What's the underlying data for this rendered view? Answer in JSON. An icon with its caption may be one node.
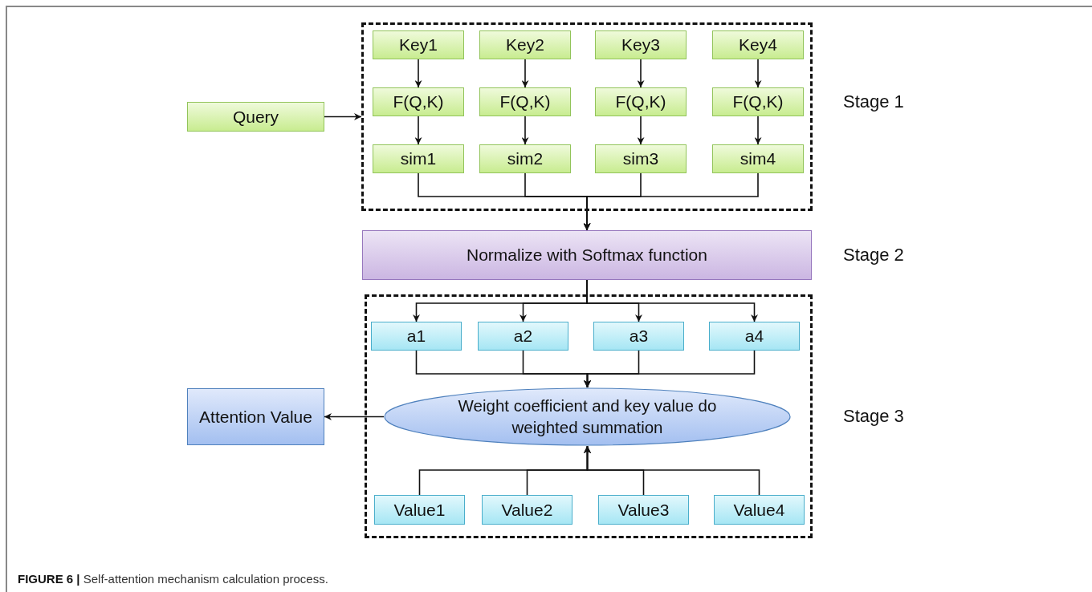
{
  "diagram": {
    "caption": "**FIGURE 6 |** Self-attention mechanism calculation process.",
    "nodes": [
      {
        "text": [
          "Query"
        ]
      },
      {
        "text": [],
        "shape": "box",
        "beside": [
          "Stage 1"
        ]
      },
      {
        "text": [
          "Key1"
        ],
        "in": 1
      },
      {
        "text": [
          "Key2"
        ],
        "in": 1
      },
      {
        "text": [
          "Key3"
        ],
        "in": 1
      },
      {
        "text": [
          "Key4"
        ],
        "in": 1
      },
      {
        "text": [
          "F(Q,K)"
        ],
        "in": 1
      },
      {
        "text": [
          "F(Q,K)"
        ],
        "in": 1
      },
      {
        "text": [
          "F(Q,K)"
        ],
        "in": 1
      },
      {
        "text": [
          "F(Q,K)"
        ],
        "in": 1
      },
      {
        "text": [
          "sim1"
        ],
        "in": 1
      },
      {
        "text": [
          "sim2"
        ],
        "in": 1
      },
      {
        "text": [
          "sim3"
        ],
        "in": 1
      },
      {
        "text": [
          "sim4"
        ],
        "in": 1
      },
      {
        "text": [
          "Normalize with Softmax function"
        ],
        "beside": [
          "Stage 2"
        ]
      },
      {
        "text": [],
        "shape": "box",
        "beside": [
          "Stage 3"
        ]
      },
      {
        "text": [
          "a1"
        ],
        "in": 15
      },
      {
        "text": [
          "a2"
        ],
        "in": 15
      },
      {
        "text": [
          "a3"
        ],
        "in": 15
      },
      {
        "text": [
          "a4"
        ],
        "in": 15
      },
      {
        "text": [
          "Weight coefficient and key value do weighted summation"
        ],
        "in": 15
      },
      {
        "text": [
          "Value1"
        ],
        "in": 15
      },
      {
        "text": [
          "Value2"
        ],
        "in": 15
      },
      {
        "text": [
          "Value3"
        ],
        "in": 15
      },
      {
        "text": [
          "Value4"
        ],
        "in": 15
      },
      {
        "text": [
          "Attention Value"
        ]
      }
    ],
    "edges": [
      {
        "from": 0,
        "to": 1,
        "arrow": "to"
      },
      {
        "from": 2,
        "to": 6,
        "arrow": "to"
      },
      {
        "from": 3,
        "to": 7,
        "arrow": "to"
      },
      {
        "from": 4,
        "to": 8,
        "arrow": "to"
      },
      {
        "from": 5,
        "to": 9,
        "arrow": "to"
      },
      {
        "from": 6,
        "to": 10,
        "arrow": "to"
      },
      {
        "from": 7,
        "to": 11,
        "arrow": "to"
      },
      {
        "from": 8,
        "to": 12,
        "arrow": "to"
      },
      {
        "from": 9,
        "to": 13,
        "arrow": "to"
      },
      {
        "from": 10,
        "to": 14,
        "arrow": "to"
      },
      {
        "from": 11,
        "to": 14,
        "arrow": "to"
      },
      {
        "from": 12,
        "to": 14,
        "arrow": "to"
      },
      {
        "from": 13,
        "to": 14,
        "arrow": "to"
      },
      {
        "from": 14,
        "to": 16,
        "arrow": "to"
      },
      {
        "from": 14,
        "to": 17,
        "arrow": "to"
      },
      {
        "from": 14,
        "to": 18,
        "arrow": "to"
      },
      {
        "from": 14,
        "to": 19,
        "arrow": "to"
      },
      {
        "from": 16,
        "to": 20,
        "arrow": "to"
      },
      {
        "from": 17,
        "to": 20,
        "arrow": "to"
      },
      {
        "from": 18,
        "to": 20,
        "arrow": "to"
      },
      {
        "from": 19,
        "to": 20,
        "arrow": "to"
      },
      {
        "from": 21,
        "to": 20,
        "arrow": "to"
      },
      {
        "from": 22,
        "to": 20,
        "arrow": "to"
      },
      {
        "from": 23,
        "to": 20,
        "arrow": "to"
      },
      {
        "from": 24,
        "to": 20,
        "arrow": "to"
      },
      {
        "from": 20,
        "to": 25,
        "arrow": "to"
      }
    ]
  }
}
